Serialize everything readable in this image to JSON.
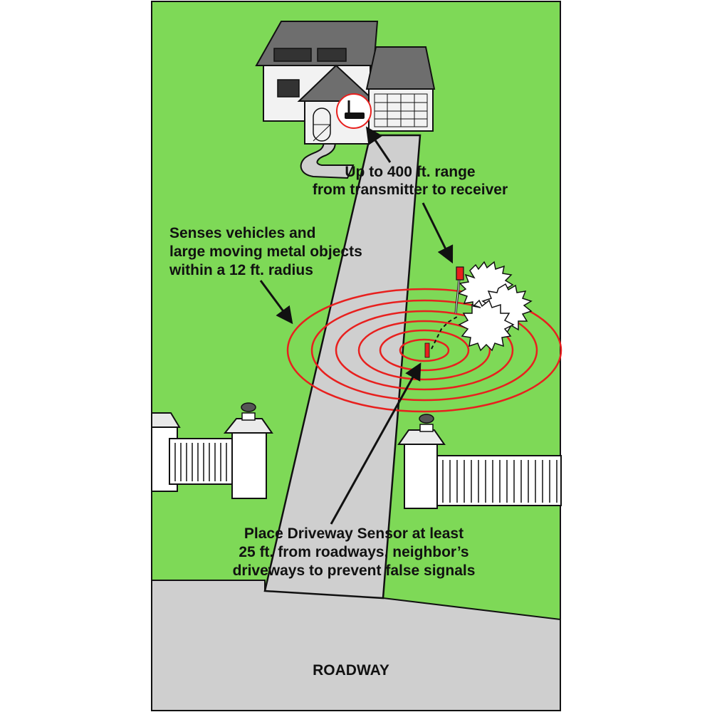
{
  "colors": {
    "lawn": "#7ed957",
    "pavement": "#cfcfcf",
    "outline": "#111111",
    "sensor_rings": "#e8201e",
    "house_wall": "#f2f2f2",
    "roof": "#6e6e6e",
    "background": "#ffffff"
  },
  "labels": {
    "range_line1": "Up to 400 ft. range",
    "range_line2": "from transmitter to receiver",
    "senses_line1": "Senses vehicles and",
    "senses_line2": "large moving metal objects",
    "senses_line3": "within a 12 ft. radius",
    "place_line1": "Place Driveway Sensor at least",
    "place_line2": "25 ft. from roadways, neighbor’s",
    "place_line3": "driveways to prevent false signals",
    "roadway": "ROADWAY"
  },
  "icons": {
    "transmitter": "wireless-receiver-icon",
    "sensor_probe": "driveway-sensor-icon",
    "receiver_post": "receiver-post-icon"
  }
}
